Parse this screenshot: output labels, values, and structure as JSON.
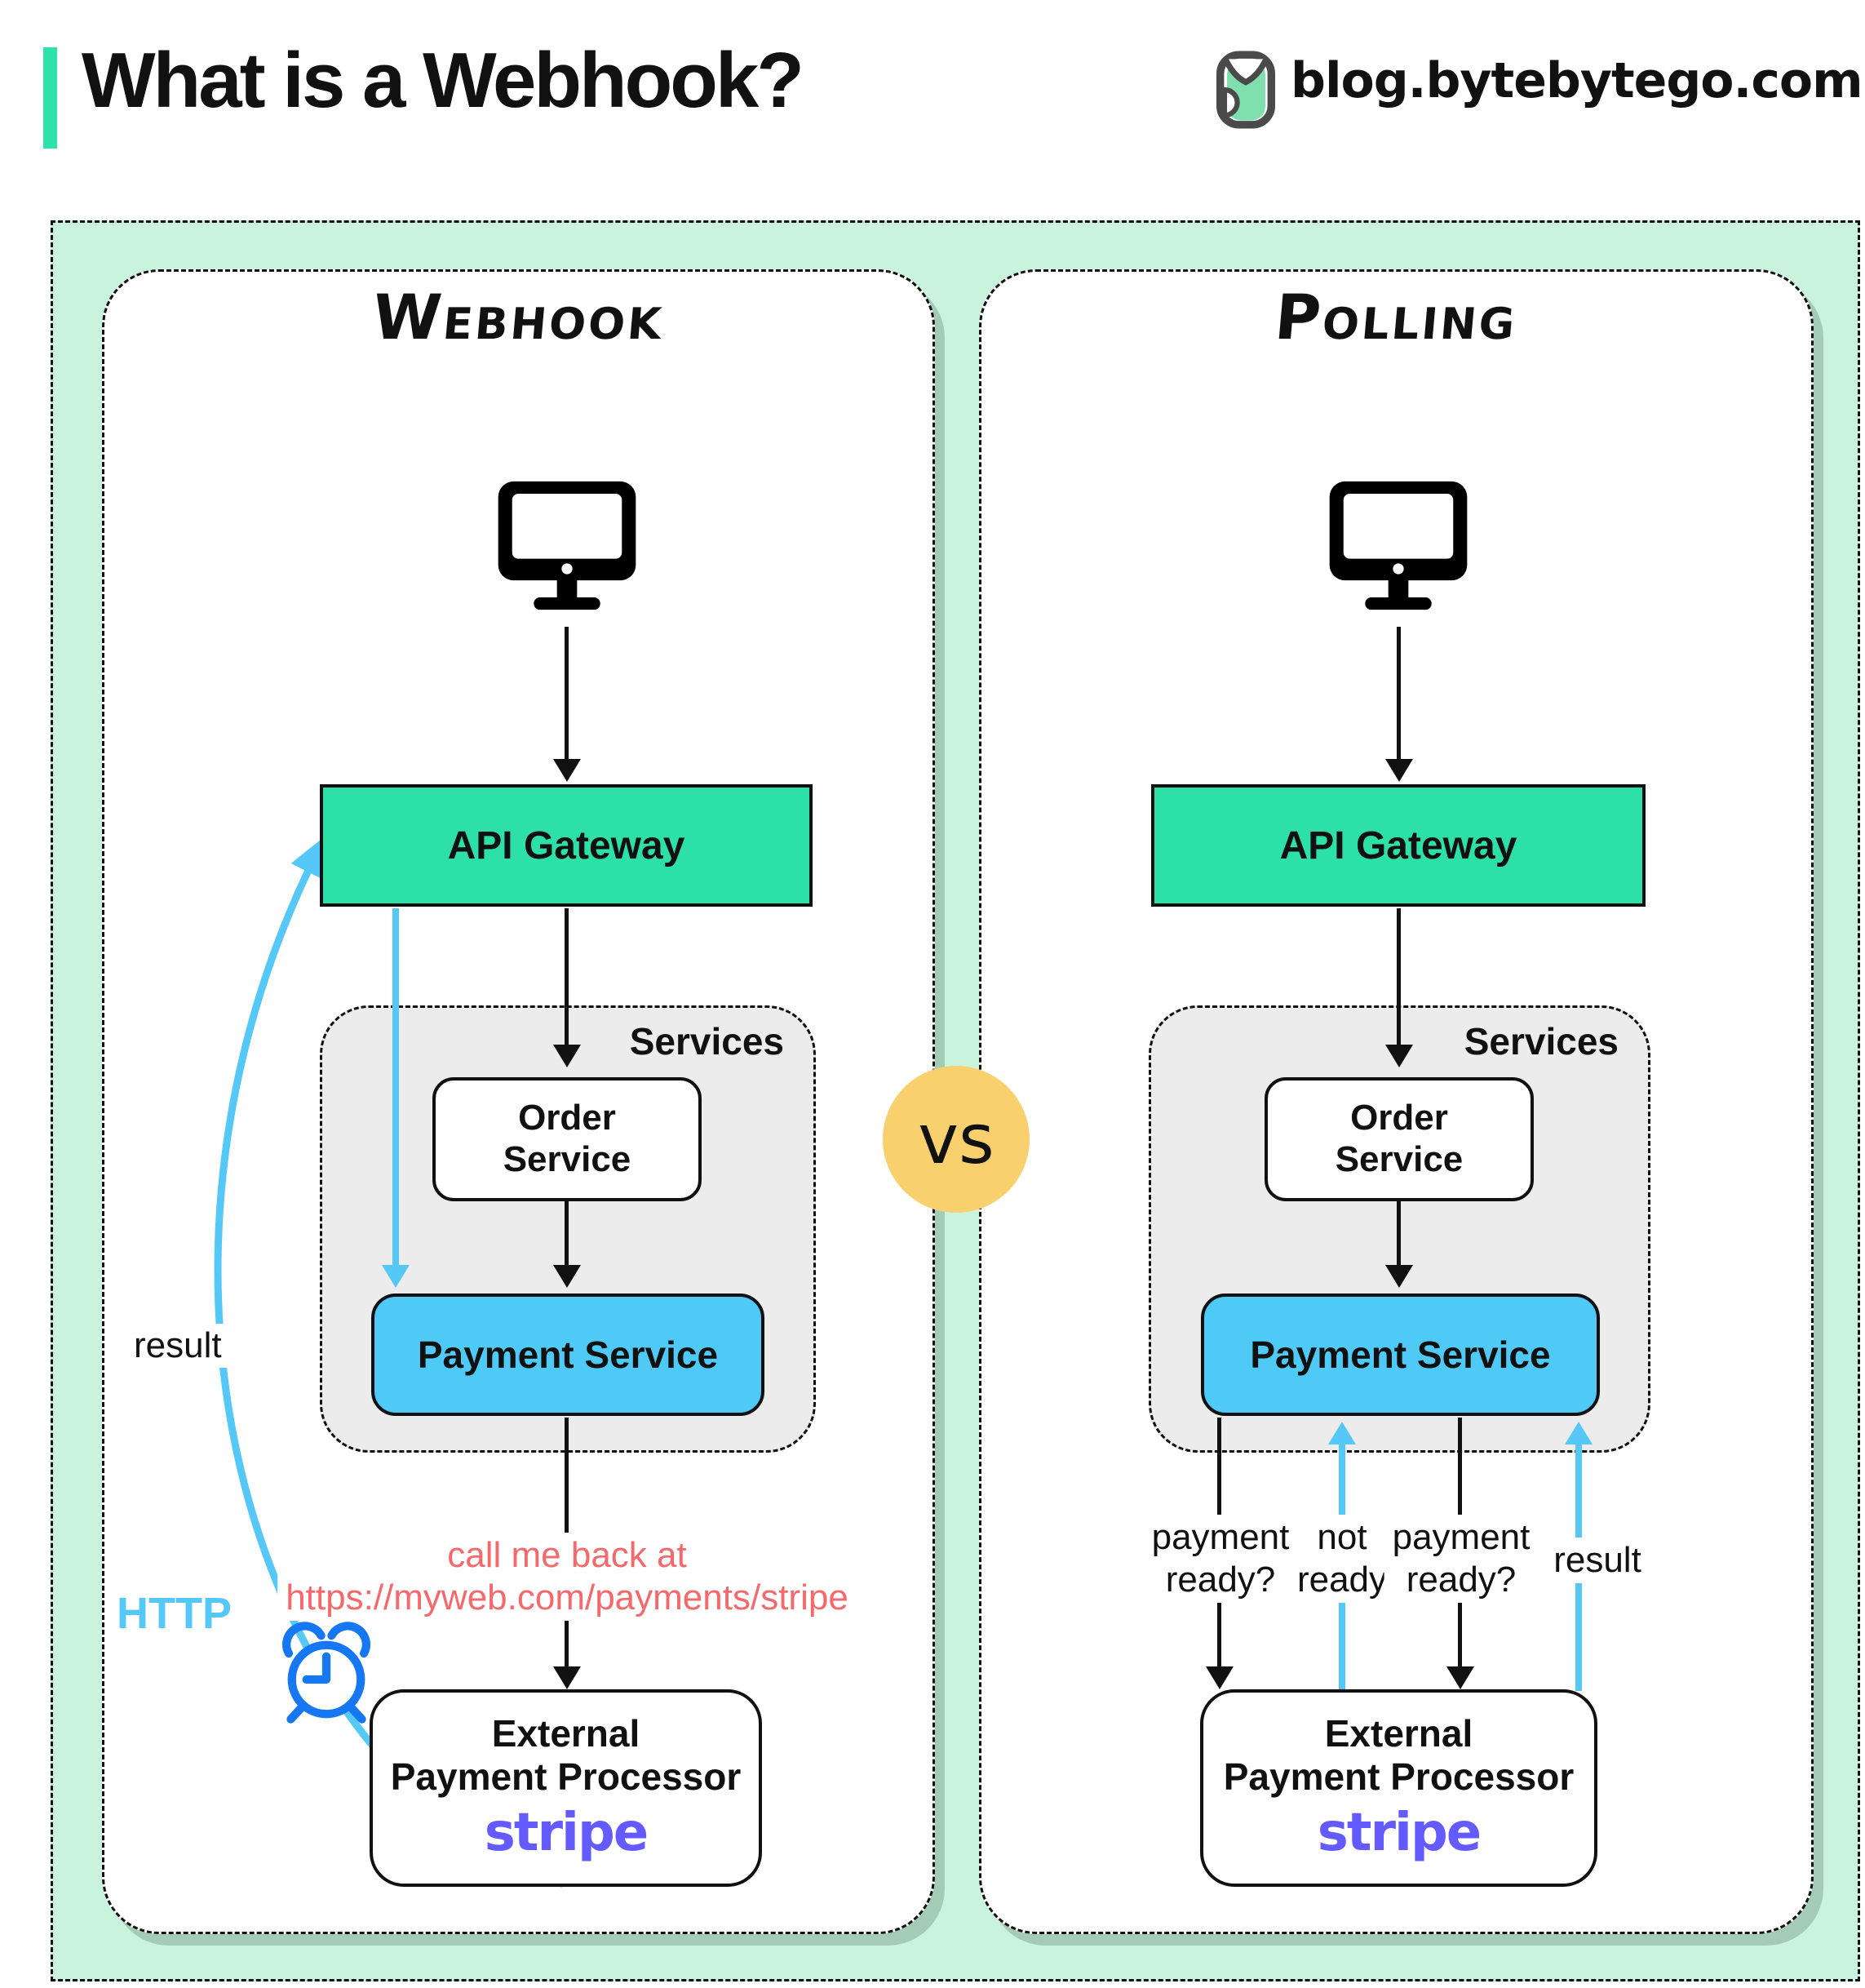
{
  "header": {
    "title": "What is a Webhook?",
    "brand_text": "blog.bytebytego.com"
  },
  "vs_badge_label": "vs",
  "webhook_panel": {
    "title": "Webhook",
    "api_gateway_label": "API Gateway",
    "services_group_label": "Services",
    "order_service_line1": "Order",
    "order_service_line2": "Service",
    "payment_service_label": "Payment Service",
    "callback_note_line1": "call me back at",
    "callback_note_line2": "https://myweb.com/payments/stripe",
    "result_arrow_label": "result",
    "http_arrow_label": "HTTP",
    "external_processor_line1": "External",
    "external_processor_line2": "Payment Processor",
    "external_processor_logo": "stripe"
  },
  "polling_panel": {
    "title": "Polling",
    "api_gateway_label": "API Gateway",
    "services_group_label": "Services",
    "order_service_line1": "Order",
    "order_service_line2": "Service",
    "payment_service_label": "Payment Service",
    "poll1_line1": "payment",
    "poll1_line2": "ready?",
    "poll2_line1": "not",
    "poll2_line2": "ready",
    "poll3_line1": "payment",
    "poll3_line2": "ready?",
    "poll4_label": "result",
    "external_processor_line1": "External",
    "external_processor_line2": "Payment Processor",
    "external_processor_logo": "stripe"
  },
  "colors": {
    "accent_teal": "#2ee3a9",
    "gateway_green": "#2ce0a7",
    "payment_blue": "#4fc9f6",
    "arrow_blue": "#56c8f7",
    "mint_background": "#c9f3dc",
    "services_gray": "#ececec",
    "vs_yellow": "#f8d06e",
    "callback_salmon": "#f4696b",
    "stripe_purple": "#635bff",
    "clock_blue": "#1677f3"
  }
}
